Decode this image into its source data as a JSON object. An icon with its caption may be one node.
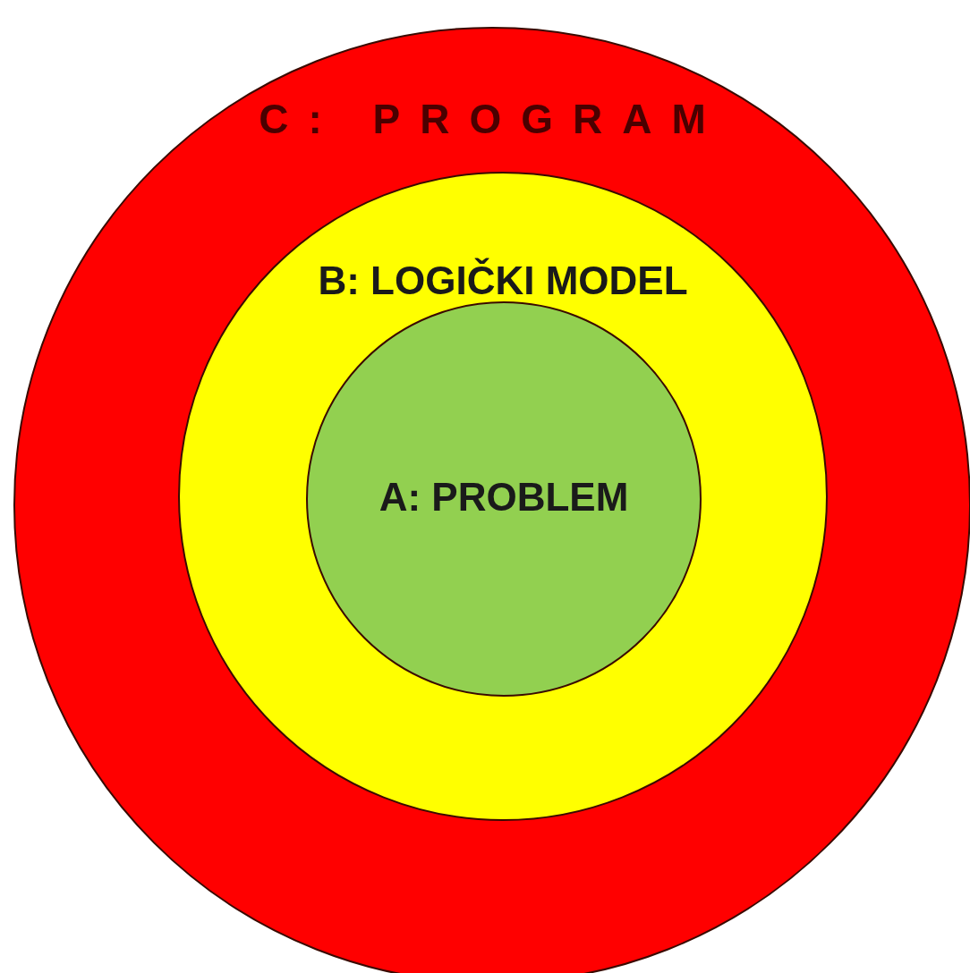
{
  "diagram": {
    "nodes": [
      {
        "text": [
          "C: PROGRAM"
        ]
      },
      {
        "text": [
          "B: LOGIČKI MODEL"
        ],
        "in": 0
      },
      {
        "text": [
          "A: PROBLEM"
        ],
        "in": 1
      }
    ]
  }
}
